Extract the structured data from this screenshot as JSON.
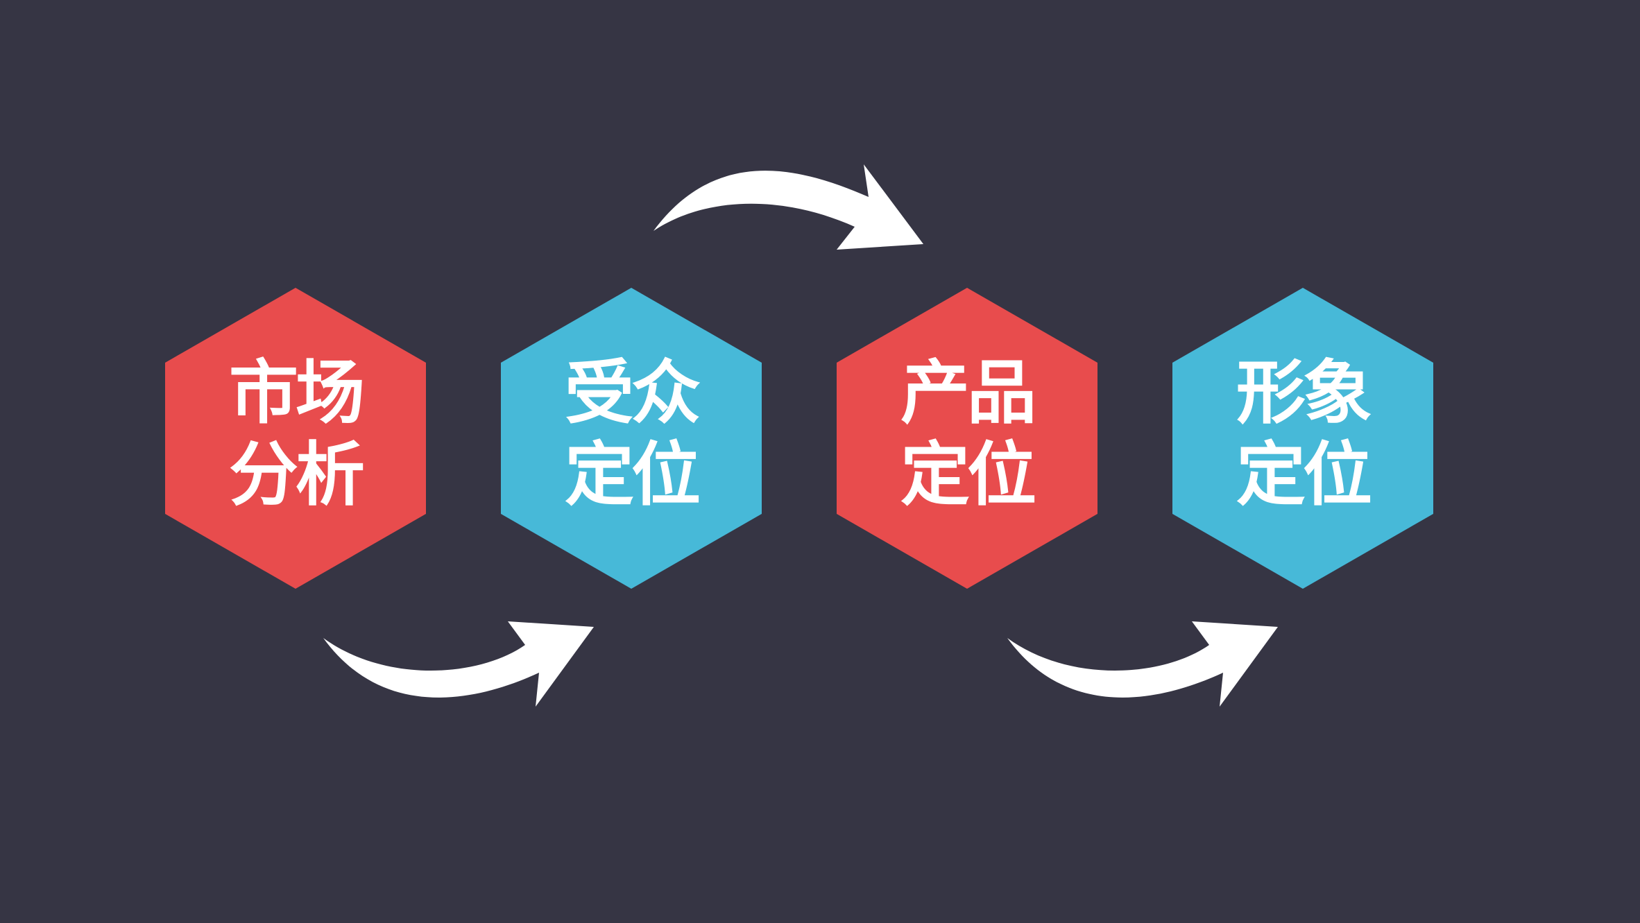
{
  "diagram": {
    "steps": [
      {
        "line1": "市场",
        "line2": "分析",
        "color": "#e84c4d"
      },
      {
        "line1": "受众",
        "line2": "定位",
        "color": "#47b9d8"
      },
      {
        "line1": "产品",
        "line2": "定位",
        "color": "#e84c4d"
      },
      {
        "line1": "形象",
        "line2": "定位",
        "color": "#47b9d8"
      }
    ],
    "background": "#363544",
    "arrow_color": "#ffffff",
    "arrow_icon": "curved-arrow-icon"
  }
}
